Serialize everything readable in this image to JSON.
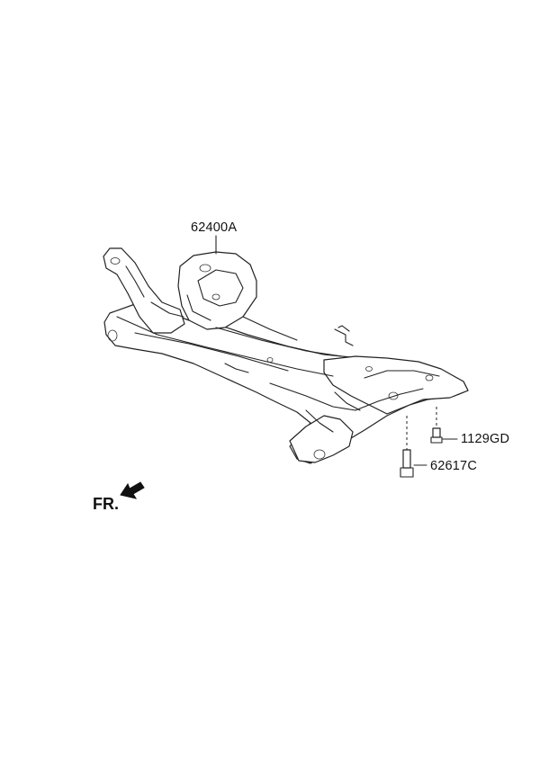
{
  "callouts": {
    "subframe": "62400A",
    "bolt_small": "1129GD",
    "bolt_long": "62617C"
  },
  "direction_marker": {
    "text": "FR.",
    "icon": "arrow-front-left-icon"
  }
}
